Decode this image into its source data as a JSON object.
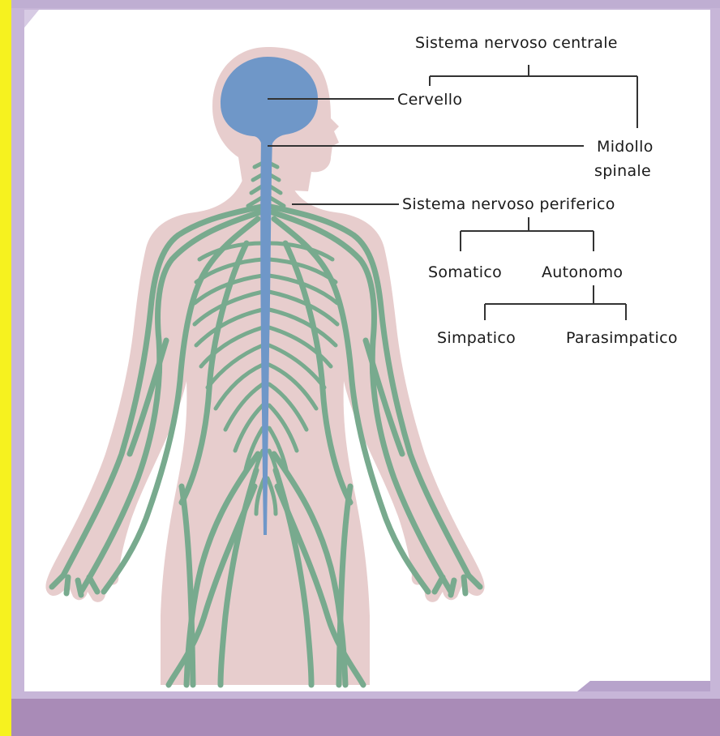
{
  "colors": {
    "outer_background": "#f6f21f",
    "frame": "#c7b6d8",
    "bottom_band": "#a98bb7",
    "panel": "#ffffff",
    "body_skin": "#e7cdcd",
    "cns_blue": "#6f97c8",
    "pns_green": "#78aa8e",
    "connector_line": "#333333"
  },
  "labels": {
    "cns": "Sistema nervoso centrale",
    "brain": "Cervello",
    "spinal_cord_line1": "Midollo",
    "spinal_cord_line2": "spinale",
    "pns": "Sistema nervoso periferico",
    "somatic": "Somatico",
    "autonomic": "Autonomo",
    "sympathetic": "Simpatico",
    "parasympathetic": "Parasimpatico"
  }
}
